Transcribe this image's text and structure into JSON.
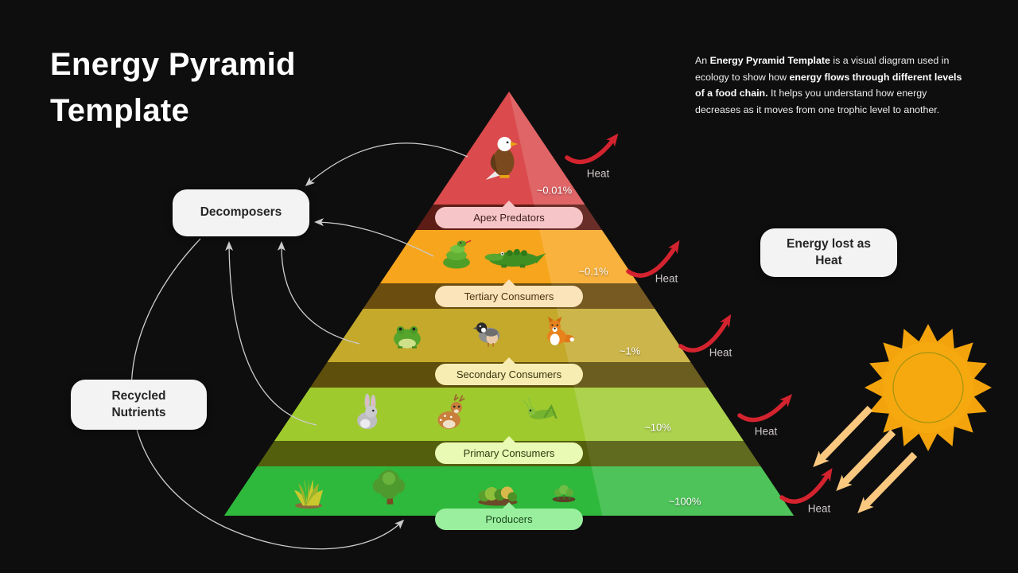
{
  "title": {
    "line1": "Energy Pyramid",
    "line2": "Template"
  },
  "description_segments": [
    {
      "text": "An ",
      "bold": false
    },
    {
      "text": "Energy Pyramid Template ",
      "bold": true
    },
    {
      "text": "is a visual diagram used in ecology to show how ",
      "bold": false
    },
    {
      "text": "energy flows through different levels of a food chain.",
      "bold": true
    },
    {
      "text": " It helps you understand how energy decreases as it moves from one trophic level to another.",
      "bold": false
    }
  ],
  "heat_label": "Heat",
  "boxes": {
    "decomposers": "Decomposers",
    "recycled_line1": "Recycled",
    "recycled_line2": "Nutrients",
    "energy_line1": "Energy lost as",
    "energy_line2": "Heat"
  },
  "pyramid": {
    "levels": [
      {
        "name": "Apex Predators",
        "percent": "~0.01%",
        "animals": [
          "eagle"
        ],
        "color": "#db4a4c",
        "bevel": "#5d1d16",
        "pill_bg": "#f6c5c7",
        "pill_text": "#402020"
      },
      {
        "name": "Tertiary Consumers",
        "percent": "~0.1%",
        "animals": [
          "snake",
          "crocodile"
        ],
        "color": "#f7a51c",
        "bevel": "#6b4d10",
        "pill_bg": "#fbe3ba",
        "pill_text": "#4a3510"
      },
      {
        "name": "Secondary Consumers",
        "percent": "~1%",
        "animals": [
          "frog",
          "bird",
          "fox"
        ],
        "color": "#c4a92b",
        "bevel": "#5f4f0c",
        "pill_bg": "#f7edb3",
        "pill_text": "#3a3510"
      },
      {
        "name": "Primary Consumers",
        "percent": "~10%",
        "animals": [
          "rabbit",
          "deer",
          "grasshopper"
        ],
        "color": "#9fca2e",
        "bevel": "#545f0e",
        "pill_bg": "#e9fab4",
        "pill_text": "#2f3a10"
      },
      {
        "name": "Producers",
        "percent": "~100%",
        "animals": [
          "grass",
          "tree",
          "bush",
          "sprout"
        ],
        "color": "#2fb93c",
        "bevel": null,
        "pill_bg": "#99ef9e",
        "pill_text": "#1d4a1f"
      }
    ]
  },
  "colors": {
    "heat_arrow": "#d3232f",
    "sun": "#f3a40d",
    "sun_ray_arrow": "#fac87f",
    "arc": "#cccccc",
    "background": "#0e0e0e"
  }
}
